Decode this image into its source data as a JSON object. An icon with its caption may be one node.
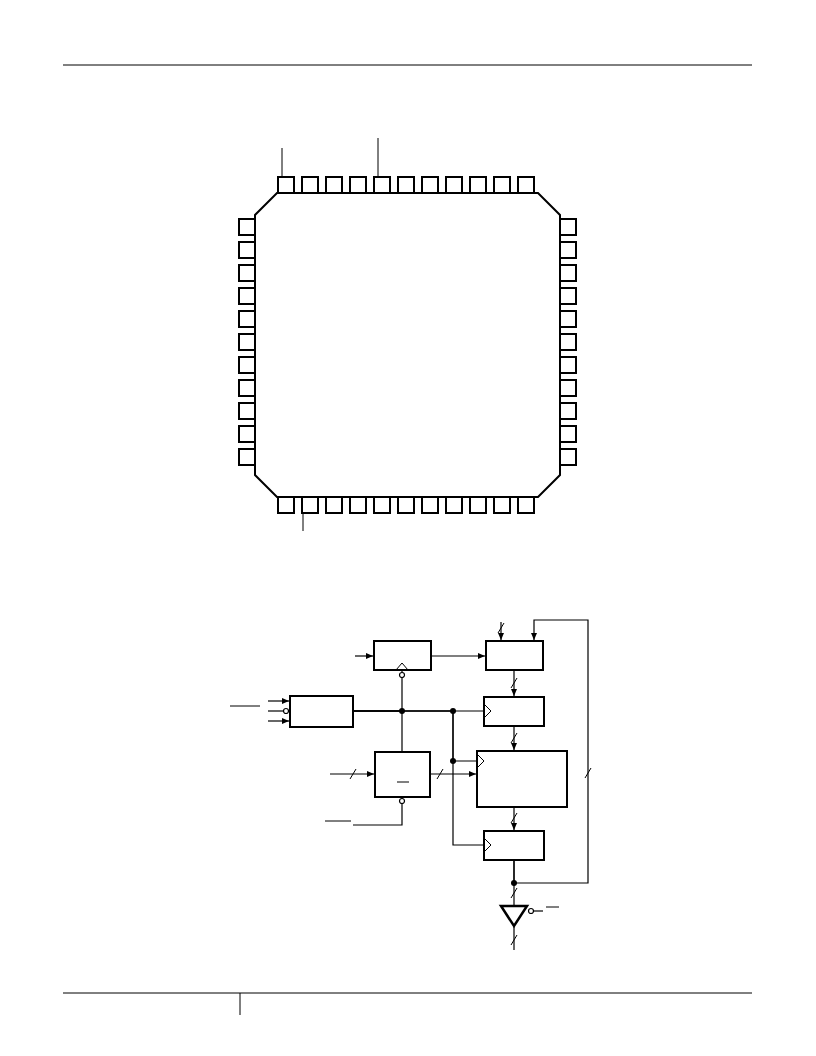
{
  "diagram": {
    "nodes": [
      {
        "text": [],
        "shape": "box"
      },
      {
        "text": [],
        "shape": "box"
      },
      {
        "text": [],
        "shape": "box"
      },
      {
        "text": [],
        "shape": "box"
      },
      {
        "text": [],
        "shape": "box"
      },
      {
        "text": [],
        "shape": "box"
      },
      {
        "text": [],
        "shape": "box"
      },
      {
        "text": [],
        "shape": "triangle"
      }
    ],
    "edges": [
      {
        "from": null,
        "to": 0,
        "arrow": "to"
      },
      {
        "from": 0,
        "to": 1,
        "arrow": "to"
      },
      {
        "from": null,
        "to": 1,
        "arrow": "to"
      },
      {
        "from": 6,
        "to": 1,
        "arrow": "to"
      },
      {
        "from": 1,
        "to": 3,
        "arrow": "to"
      },
      {
        "from": 3,
        "to": 5,
        "arrow": "to"
      },
      {
        "from": 5,
        "to": 6,
        "arrow": "to"
      },
      {
        "from": null,
        "to": 2,
        "arrow": "to"
      },
      {
        "from": null,
        "to": 2,
        "arrow": "other"
      },
      {
        "from": null,
        "to": 2,
        "arrow": "to"
      },
      {
        "from": 2,
        "to": 0,
        "arrow": "other"
      },
      {
        "from": 2,
        "to": 4,
        "arrow": "none"
      },
      {
        "from": 2,
        "to": 3,
        "arrow": "to"
      },
      {
        "from": 2,
        "to": 5,
        "arrow": "to"
      },
      {
        "from": 2,
        "to": 6,
        "arrow": "to"
      },
      {
        "from": null,
        "to": 4,
        "arrow": "to"
      },
      {
        "from": 4,
        "to": 5,
        "arrow": "to"
      },
      {
        "from": null,
        "to": 4,
        "arrow": "other"
      },
      {
        "from": 6,
        "to": 7,
        "arrow": "none"
      },
      {
        "from": null,
        "to": 7,
        "arrow": "other"
      },
      {
        "from": 7,
        "to": null,
        "arrow": "none"
      }
    ]
  }
}
